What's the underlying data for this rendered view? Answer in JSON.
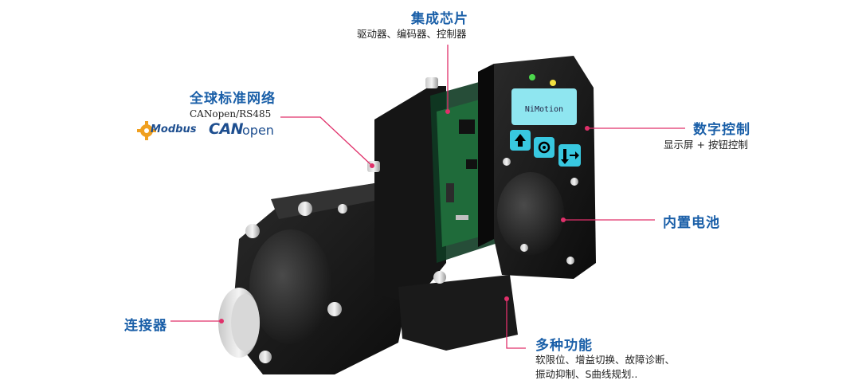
{
  "callouts": {
    "chip": {
      "title": "集成芯片",
      "sub": "驱动器、编码器、控制器"
    },
    "network": {
      "title": "全球标准网络",
      "sub": "CANopen/RS485"
    },
    "digital": {
      "title": "数字控制",
      "sub": "显示屏 + 按钮控制"
    },
    "battery": {
      "title": "内置电池"
    },
    "connector": {
      "title": "连接器"
    },
    "functions": {
      "title": "多种功能",
      "sub_line1": "软限位、增益切换、故障诊断、",
      "sub_line2": "振动抑制、S曲线规划.."
    }
  },
  "logos": {
    "modbus": "Modbus",
    "canopen_can": "CAN",
    "canopen_open": "open"
  },
  "device": {
    "lcd_text": "NiMotion",
    "buttons": [
      "up-arrow-icon",
      "gear-icon",
      "down-right-arrow-icon"
    ]
  },
  "colors": {
    "title": "#1a5fa8",
    "leader_line": "#e0306a",
    "lcd": "#8fe6f0",
    "button": "#38c8e0",
    "led_green": "#4cd84c",
    "led_yellow": "#f0e040",
    "pcb": "#1f6b3a"
  }
}
